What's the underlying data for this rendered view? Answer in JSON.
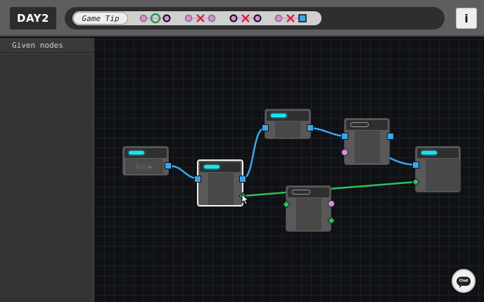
{
  "header": {
    "day_label": "DAY2",
    "tip_label": "Game Tip",
    "info_label": "i",
    "tip_icons": [
      {
        "group": 1,
        "items": [
          "pink-dot",
          "green-ring",
          "black-ring"
        ]
      },
      {
        "group": 2,
        "items": [
          "pink-dot",
          "red-x",
          "pink-dot"
        ]
      },
      {
        "group": 3,
        "items": [
          "black-ring",
          "red-x",
          "black-ring"
        ]
      },
      {
        "group": 4,
        "items": [
          "pink-dot",
          "red-x",
          "blue-square"
        ]
      }
    ]
  },
  "sidebar": {
    "title": "Given nodes"
  },
  "nodes": [
    {
      "id": "run-node",
      "button_label": "Run ▶",
      "header_style": "cyan"
    },
    {
      "id": "node-selected",
      "header_style": "cyan",
      "selected": true
    },
    {
      "id": "node-top",
      "header_style": "cyan"
    },
    {
      "id": "node-right-mid",
      "header_style": "hollow"
    },
    {
      "id": "node-bottom",
      "header_style": "hollow"
    },
    {
      "id": "node-far-right",
      "header_style": "cyan"
    }
  ],
  "chat": {
    "label": "Chat"
  },
  "colors": {
    "wire_blue": "#3aa6ee",
    "wire_green": "#2ec25a",
    "port_pink": "#e08ad8",
    "accent_cyan": "#19e3f2"
  }
}
